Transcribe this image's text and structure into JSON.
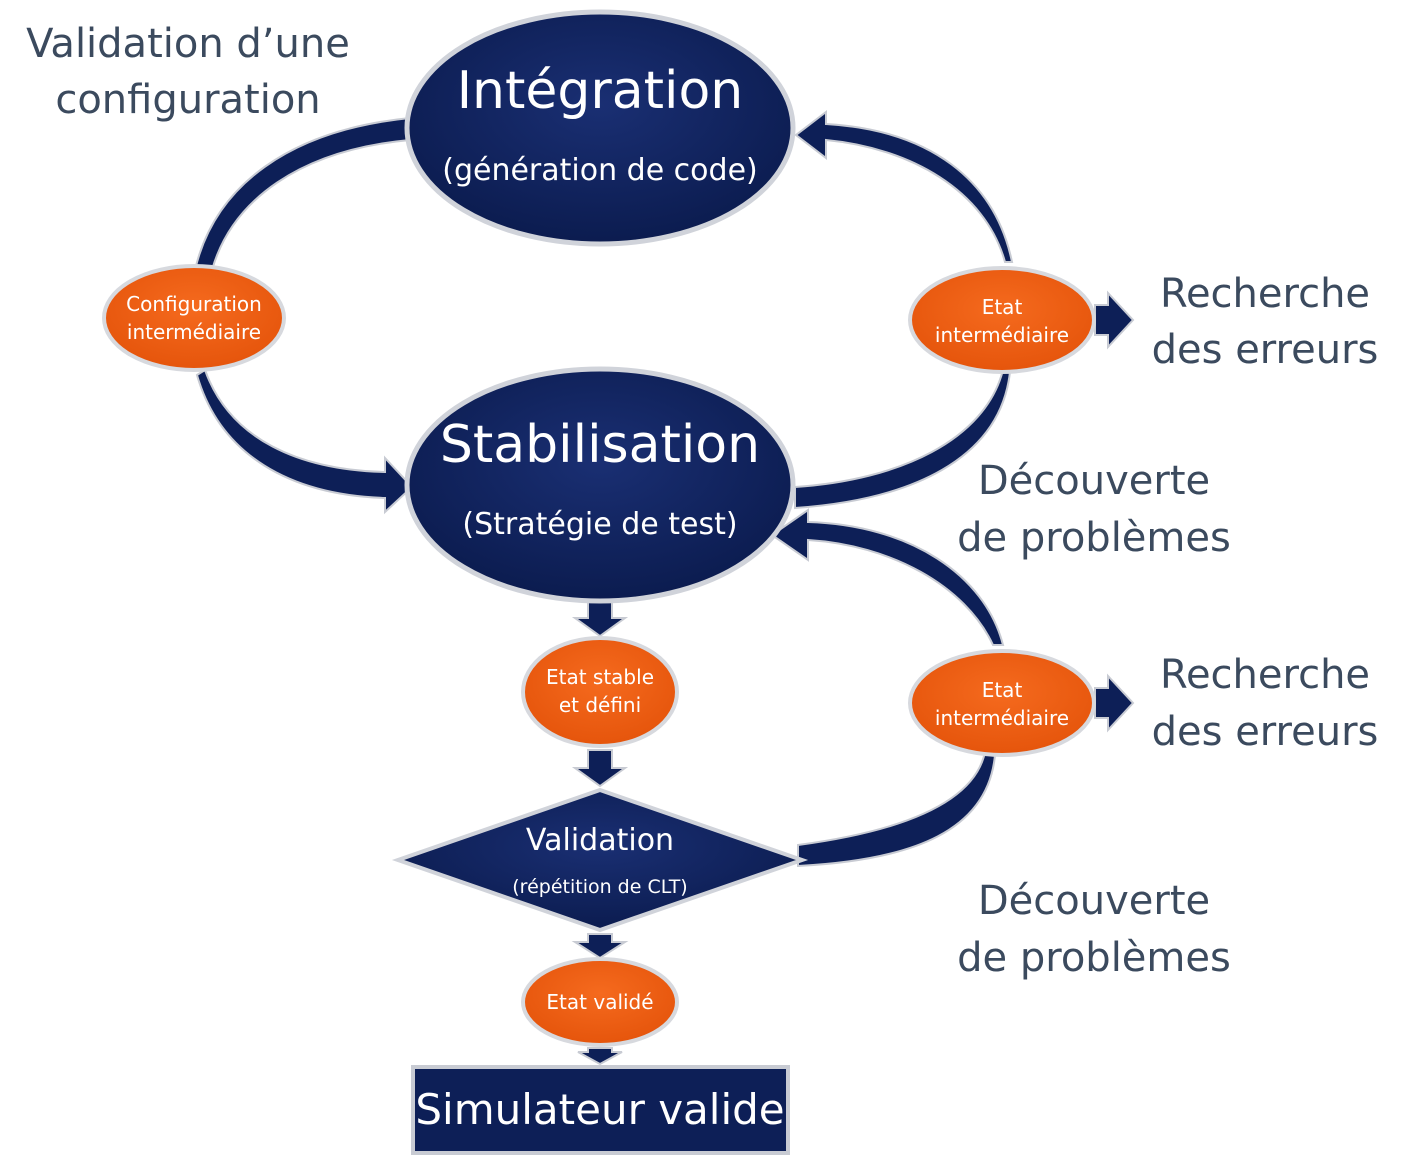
{
  "side_labels": {
    "validation_line1": "Validation d’une",
    "validation_line2": "configuration",
    "recherche1_line1": "Recherche",
    "recherche1_line2": "des erreurs",
    "decouverte1_line1": "Découverte",
    "decouverte1_line2": "de problèmes",
    "recherche2_line1": "Recherche",
    "recherche2_line2": "des erreurs",
    "decouverte2_line1": "Découverte",
    "decouverte2_line2": "de problèmes"
  },
  "nodes": {
    "integration": {
      "title": "Intégration",
      "subtitle": "(génération de code)"
    },
    "stabilisation": {
      "title": "Stabilisation",
      "subtitle": "(Stratégie de test)"
    },
    "validation": {
      "title": "Validation",
      "subtitle": "(répétition de CLT)"
    },
    "simulateur": {
      "title": "Simulateur valide"
    }
  },
  "states": {
    "config_intermediaire": {
      "line1": "Configuration",
      "line2": "intermédiaire"
    },
    "etat_intermediaire_1": {
      "line1": "Etat",
      "line2": "intermédiaire"
    },
    "etat_stable": {
      "line1": "Etat stable",
      "line2": "et défini"
    },
    "etat_intermediaire_2": {
      "line1": "Etat",
      "line2": "intermédiaire"
    },
    "etat_valide": {
      "line1": "Etat validé"
    }
  },
  "colors": {
    "navy": "#0d1f57",
    "orange": "#ef5a0f",
    "text_gray": "#3b4a5e"
  }
}
